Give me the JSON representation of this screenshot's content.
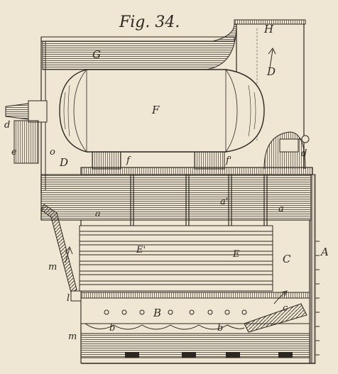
{
  "figure": {
    "title": "Fig. 34.",
    "labels": {
      "G": "G",
      "H": "H",
      "D_top": "D",
      "F": "F",
      "d_left": "d",
      "e": "e",
      "o": "o",
      "D_left": "D",
      "f_left": "f",
      "f_right": "f'",
      "d_right": "d",
      "a_left": "a",
      "a_mid": "a'",
      "a_right": "a",
      "E_left": "E'",
      "E_right": "E",
      "C": "C",
      "A": "A",
      "m_upper": "m",
      "l": "l",
      "B": "B",
      "c": "c",
      "b_left": "b",
      "b_right": "b",
      "m_lower": "m"
    }
  }
}
